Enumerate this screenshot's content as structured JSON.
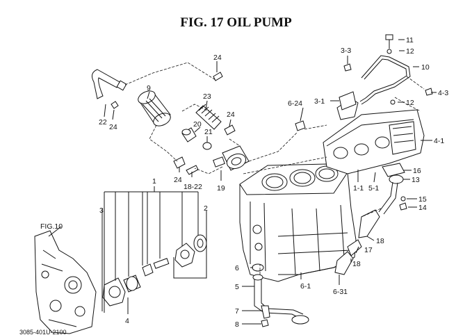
{
  "figure_title": "FIG. 17  OIL PUMP",
  "ref_label": "FIG.10",
  "drawing_number": "3085-401U-2100",
  "callouts": [
    {
      "id": "c-11",
      "text": "11"
    },
    {
      "id": "c-12a",
      "text": "12"
    },
    {
      "id": "c-10",
      "text": "10"
    },
    {
      "id": "c-3-3",
      "text": "3-3"
    },
    {
      "id": "c-4-3",
      "text": "4-3"
    },
    {
      "id": "c-3-1",
      "text": "3-1"
    },
    {
      "id": "c-12b",
      "text": "12"
    },
    {
      "id": "c-4-1",
      "text": "4-1"
    },
    {
      "id": "c-6-24",
      "text": "6-24"
    },
    {
      "id": "c-24a",
      "text": "24"
    },
    {
      "id": "c-9",
      "text": "9"
    },
    {
      "id": "c-23",
      "text": "23"
    },
    {
      "id": "c-24b",
      "text": "24"
    },
    {
      "id": "c-20",
      "text": "20"
    },
    {
      "id": "c-21",
      "text": "21"
    },
    {
      "id": "c-22",
      "text": "22"
    },
    {
      "id": "c-24c",
      "text": "24"
    },
    {
      "id": "c-24d",
      "text": "24"
    },
    {
      "id": "c-18-22",
      "text": "18-22"
    },
    {
      "id": "c-19",
      "text": "19"
    },
    {
      "id": "c-1",
      "text": "1"
    },
    {
      "id": "c-3",
      "text": "3"
    },
    {
      "id": "c-2",
      "text": "2"
    },
    {
      "id": "c-4",
      "text": "4"
    },
    {
      "id": "c-1-1",
      "text": "1-1"
    },
    {
      "id": "c-5-1",
      "text": "5-1"
    },
    {
      "id": "c-16",
      "text": "16"
    },
    {
      "id": "c-13",
      "text": "13"
    },
    {
      "id": "c-15",
      "text": "15"
    },
    {
      "id": "c-14",
      "text": "14"
    },
    {
      "id": "c-18a",
      "text": "18"
    },
    {
      "id": "c-17",
      "text": "17"
    },
    {
      "id": "c-18b",
      "text": "18"
    },
    {
      "id": "c-6",
      "text": "6"
    },
    {
      "id": "c-5",
      "text": "5"
    },
    {
      "id": "c-6-1",
      "text": "6-1"
    },
    {
      "id": "c-6-31",
      "text": "6-31"
    },
    {
      "id": "c-7",
      "text": "7"
    },
    {
      "id": "c-8",
      "text": "8"
    }
  ]
}
